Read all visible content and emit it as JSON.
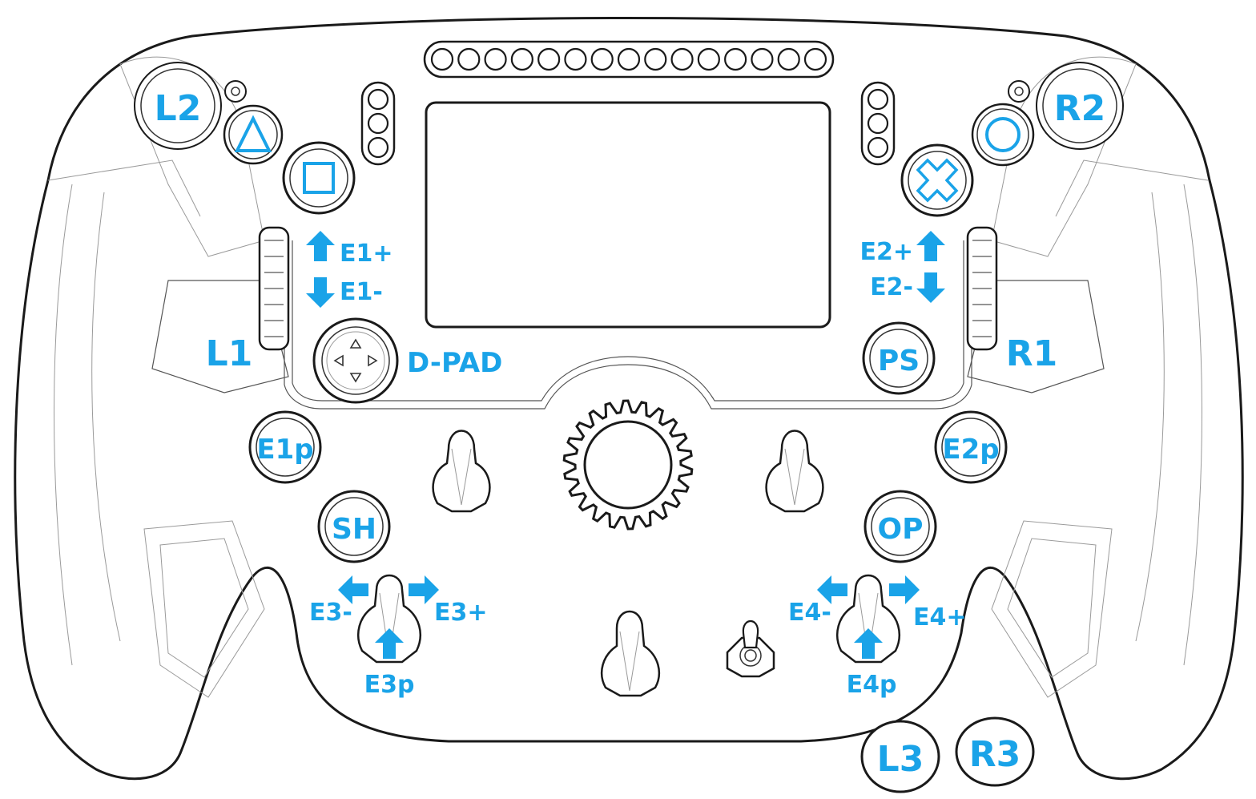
{
  "labels": {
    "l2": "L2",
    "r2": "R2",
    "l1": "L1",
    "r1": "R1",
    "l3": "L3",
    "r3": "R3",
    "e1_plus": "E1+",
    "e1_minus": "E1-",
    "e2_plus": "E2+",
    "e2_minus": "E2-",
    "dpad": "D-PAD",
    "ps": "PS",
    "e1p": "E1p",
    "e2p": "E2p",
    "sh": "SH",
    "op": "OP",
    "e3_minus": "E3-",
    "e3_plus": "E3+",
    "e3p": "E3p",
    "e4_minus": "E4-",
    "e4_plus": "E4+",
    "e4p": "E4p"
  },
  "symbols": {
    "triangle": "triangle-icon",
    "square": "square-icon",
    "circle": "circle-icon",
    "cross": "cross-icon"
  },
  "colors": {
    "label_blue": "#1aa3e8",
    "outline": "#1a1a1a"
  },
  "rev_leds": 15,
  "side_leds": 3
}
